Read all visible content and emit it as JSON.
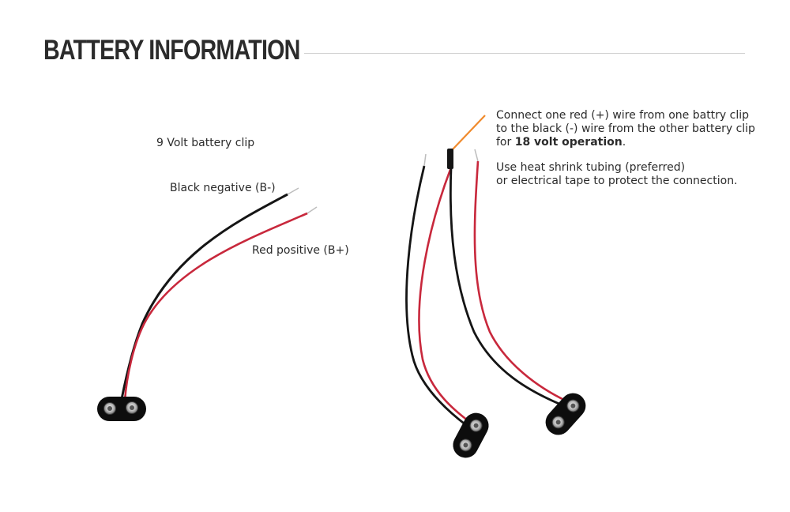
{
  "page": {
    "title": "BATTERY INFORMATION"
  },
  "left_diagram": {
    "clip_label": "9 Volt battery clip",
    "black_label": "Black negative (B-)",
    "red_label": "Red positive (B+)"
  },
  "right_diagram": {
    "note1_line1": "Connect one red (+) wire from one battry clip",
    "note1_line2": "to the black (-) wire from the other battery clip",
    "note1_line3_pre": "for ",
    "note1_line3_bold": "18 volt operation",
    "note1_line3_post": ".",
    "note2_line1": "Use heat shrink tubing (preferred)",
    "note2_line2": "or electrical tape to protect the connection."
  },
  "colors": {
    "black_wire": "#151515",
    "red_wire": "#c8283c",
    "pointer_line": "#f08a2c",
    "clip_body": "#0d0d0d"
  }
}
